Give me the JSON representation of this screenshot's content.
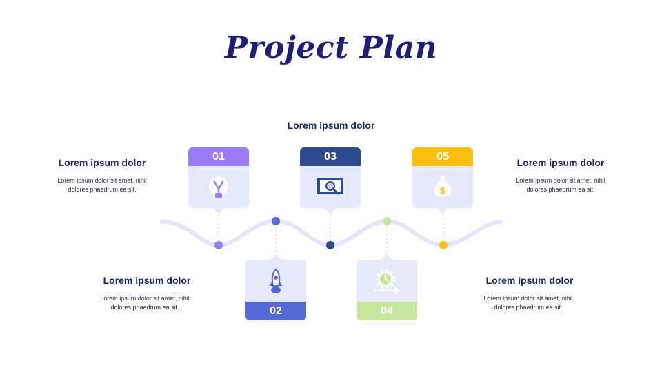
{
  "title": "Project Plan",
  "center_heading": "Lorem ipsum dolor",
  "colors": {
    "step1": "#9a7cf6",
    "step2": "#5468d6",
    "step3": "#2d4b8e",
    "step4": "#c6e6a0",
    "step5": "#fdbf10",
    "wave": "#e3e6fa",
    "card_bg": "#e6e9fb",
    "heading": "#1c1f6e"
  },
  "steps": [
    {
      "number": "01",
      "icon": "lightbulb-icon"
    },
    {
      "number": "02",
      "icon": "rocket-icon"
    },
    {
      "number": "03",
      "icon": "magnifier-screen-icon"
    },
    {
      "number": "04",
      "icon": "gear-clock-icon"
    },
    {
      "number": "05",
      "icon": "money-bag-icon"
    }
  ],
  "notes": [
    {
      "heading": "Lorem ipsum dolor",
      "line1": "Lorem ipsum dolor sit amet, nihil",
      "line2": "dolores phaedrum ea sit."
    },
    {
      "heading": "Lorem ipsum dolor",
      "line1": "Lorem ipsum dolor sit amet, nihil",
      "line2": "dolores phaedrum ea sit."
    },
    {
      "heading": "Lorem ipsum dolor",
      "line1": "Lorem ipsum dolor sit amet, nihil",
      "line2": "dolores phaedrum ea sit."
    },
    {
      "heading": "Lorem ipsum dolor",
      "line1": "Lorem ipsum dolor sit amet, nihil",
      "line2": "dolores phaedrum ea sit."
    }
  ]
}
